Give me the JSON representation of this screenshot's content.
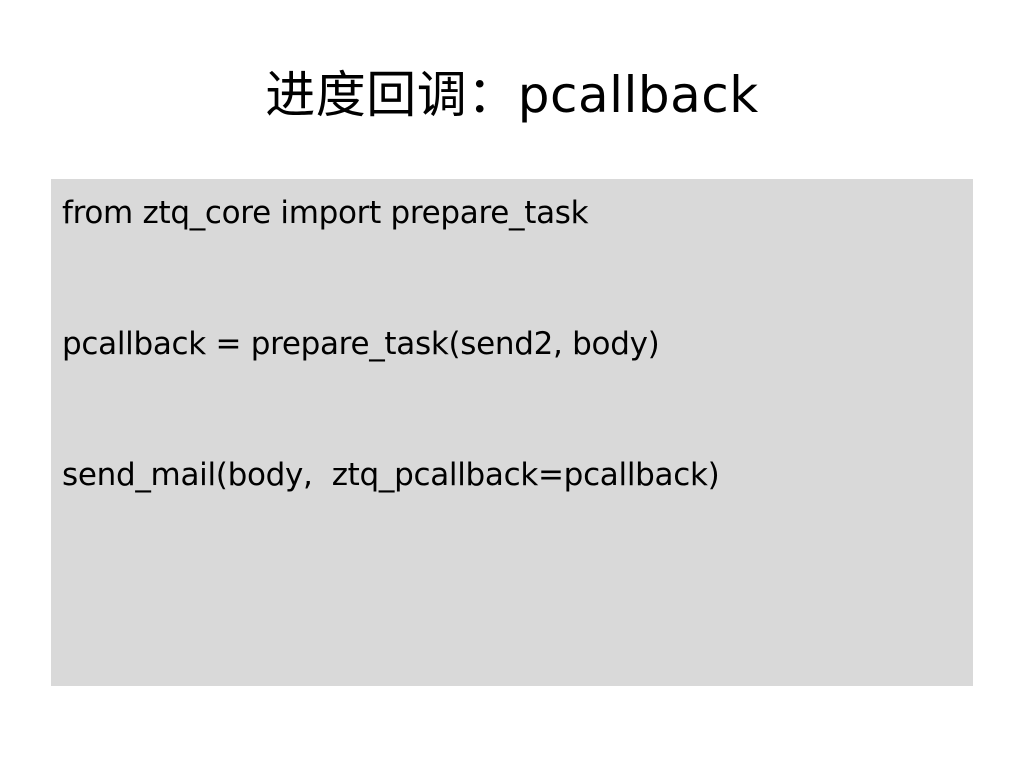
{
  "slide": {
    "title": {
      "cjk": "进度回调：",
      "latin": "pcallback"
    },
    "code_lines": [
      "from ztq_core import prepare_task",
      "pcallback = prepare_task(send2, body)",
      "send_mail(body,  ztq_pcallback=pcallback)"
    ]
  },
  "colors": {
    "background": "#ffffff",
    "content_box": "#d9d9d9",
    "text": "#000000"
  }
}
